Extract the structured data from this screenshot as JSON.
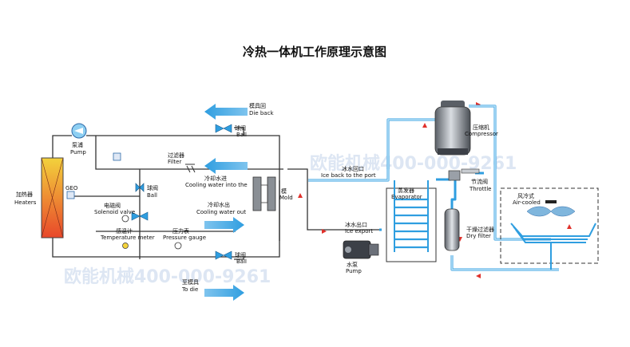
{
  "title": "冷热一体机工作原理示意图",
  "watermark": "欧能机械400-000-9261",
  "colors": {
    "pipe": "#2f9ee0",
    "pipe_light": "#bfe3f7",
    "dark_line": "#333333",
    "flow_arrow": "#e0312b",
    "heater_top": "#f3d23c",
    "heater_bottom": "#e8472a",
    "watermark": "#dde6f3"
  },
  "labels": {
    "die_back_cn": "模具回",
    "die_back_en": "Die back",
    "ball_top_cn": "球阀",
    "ball_top_en": "Ball",
    "pump_cn": "泵浦",
    "pump_en": "Pump",
    "filter_cn": "过滤器",
    "filter_en": "Filter",
    "heaters_cn": "加热器",
    "heaters_en": "Heaters",
    "geo": "GEO",
    "ball_left_cn": "球阀",
    "ball_left_en": "Ball",
    "solenoid_cn": "电磁阀",
    "solenoid_en": "Solenoid valve",
    "cooling_in_cn": "冷却水进",
    "cooling_in_en": "Cooling water into the",
    "mold_cn": "模",
    "mold_en": "Mold",
    "cooling_out_cn": "冷却水出",
    "cooling_out_en": "Cooling water out",
    "temp_cn": "感温计",
    "temp_en": "Temperature meter",
    "pressure_cn": "压力表",
    "pressure_en": "Pressure gauge",
    "ball_bottom_cn": "球阀",
    "ball_bottom_en": "Ball",
    "to_die_cn": "至模具",
    "to_die_en": "To die",
    "ice_back_cn": "冰水回口",
    "ice_back_en": "Ice back to the port",
    "ice_export_cn": "冰水出口",
    "ice_export_en": "Ice export",
    "water_pump_cn": "水泵",
    "water_pump_en": "Pump",
    "evaporator_cn": "蒸发器",
    "evaporator_en": "Evaporator",
    "compressor_cn": "压缩机",
    "compressor_en": "Compressor",
    "throttle_cn": "节流阀",
    "throttle_en": "Throttle",
    "air_cooled_cn": "风冷式",
    "air_cooled_en": "Air-cooled",
    "dry_filter_cn": "干燥过滤器",
    "dry_filter_en": "Dry filter"
  }
}
